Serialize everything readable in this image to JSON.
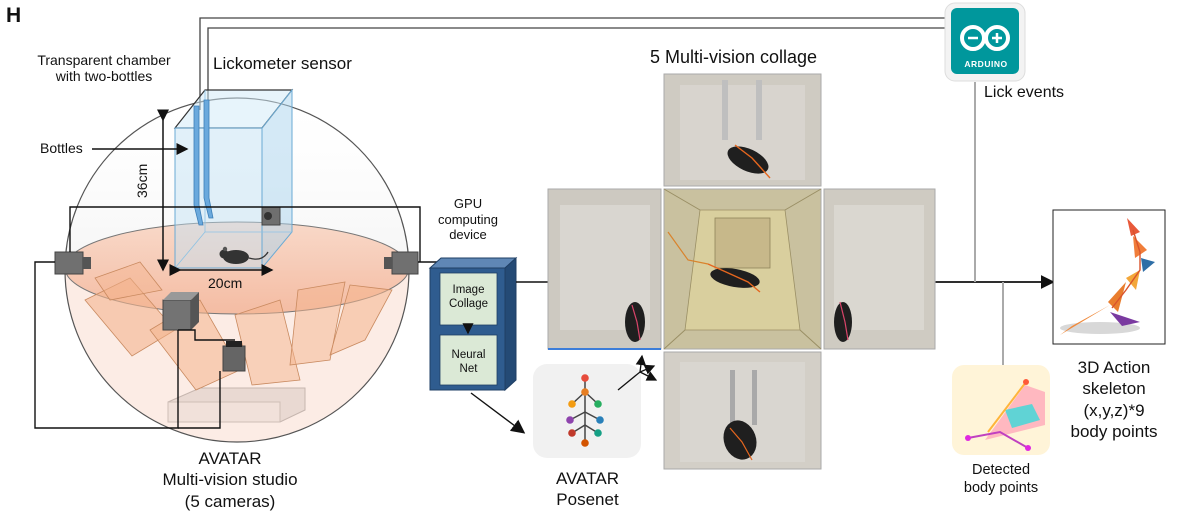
{
  "panel_letter": "H",
  "chamber": {
    "title_line1": "Transparent chamber",
    "title_line2": "with two-bottles",
    "lickometer": "Lickometer sensor",
    "bottles": "Bottles",
    "height_dim": "36cm",
    "width_dim": "20cm"
  },
  "studio": {
    "line1": "AVATAR",
    "line2": "Multi-vision studio",
    "line3": "(5 cameras)"
  },
  "gpu": {
    "line1": "GPU",
    "line2": "computing",
    "line3": "device",
    "block1_line1": "Image",
    "block1_line2": "Collage",
    "block2_line1": "Neural",
    "block2_line2": "Net"
  },
  "posenet": {
    "line1": "AVATAR",
    "line2": "Posenet"
  },
  "collage": {
    "title": "5 Multi-vision collage"
  },
  "arduino": {
    "logo_text": "ARDUINO",
    "events": "Lick events"
  },
  "detected": {
    "line1": "Detected",
    "line2": "body points"
  },
  "skeleton": {
    "line1": "3D Action",
    "line2": "skeleton",
    "line3": "(x,y,z)*9",
    "line4": "body points"
  },
  "colors": {
    "gpu_blue": "#2f5c8f",
    "gpu_block": "#dbe9d6",
    "arduino_teal": "#00979c",
    "floor_pink": "#f6c7b0",
    "glass_blue": "#9fd0ec"
  },
  "icons": [
    "arduino-logo-icon",
    "camera-icon",
    "mouse-icon",
    "posenet-tree-icon",
    "branch-arrows-icon"
  ]
}
